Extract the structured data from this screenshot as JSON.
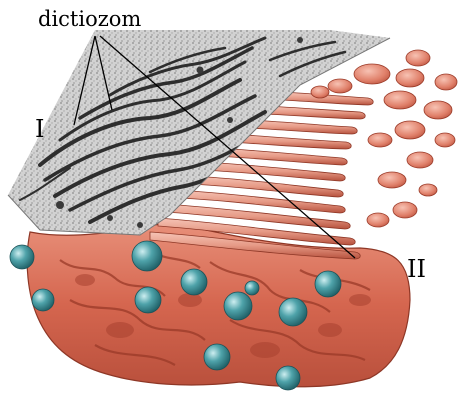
{
  "labels": {
    "organelle_name": "dictiozom",
    "part_one": "I",
    "part_two": "II"
  },
  "colors": {
    "membrane": "#d96b55",
    "membrane_light": "#f0a896",
    "membrane_dark": "#a3402e",
    "vesicle": "#3f8f96",
    "vesicle_light": "#a8d8dc",
    "micrograph_bg": "#cfcfcf",
    "micrograph_stripe": "#333333"
  },
  "icons": {
    "micrograph": "electron-micrograph-panel",
    "model": "golgi-3d-cutaway"
  }
}
